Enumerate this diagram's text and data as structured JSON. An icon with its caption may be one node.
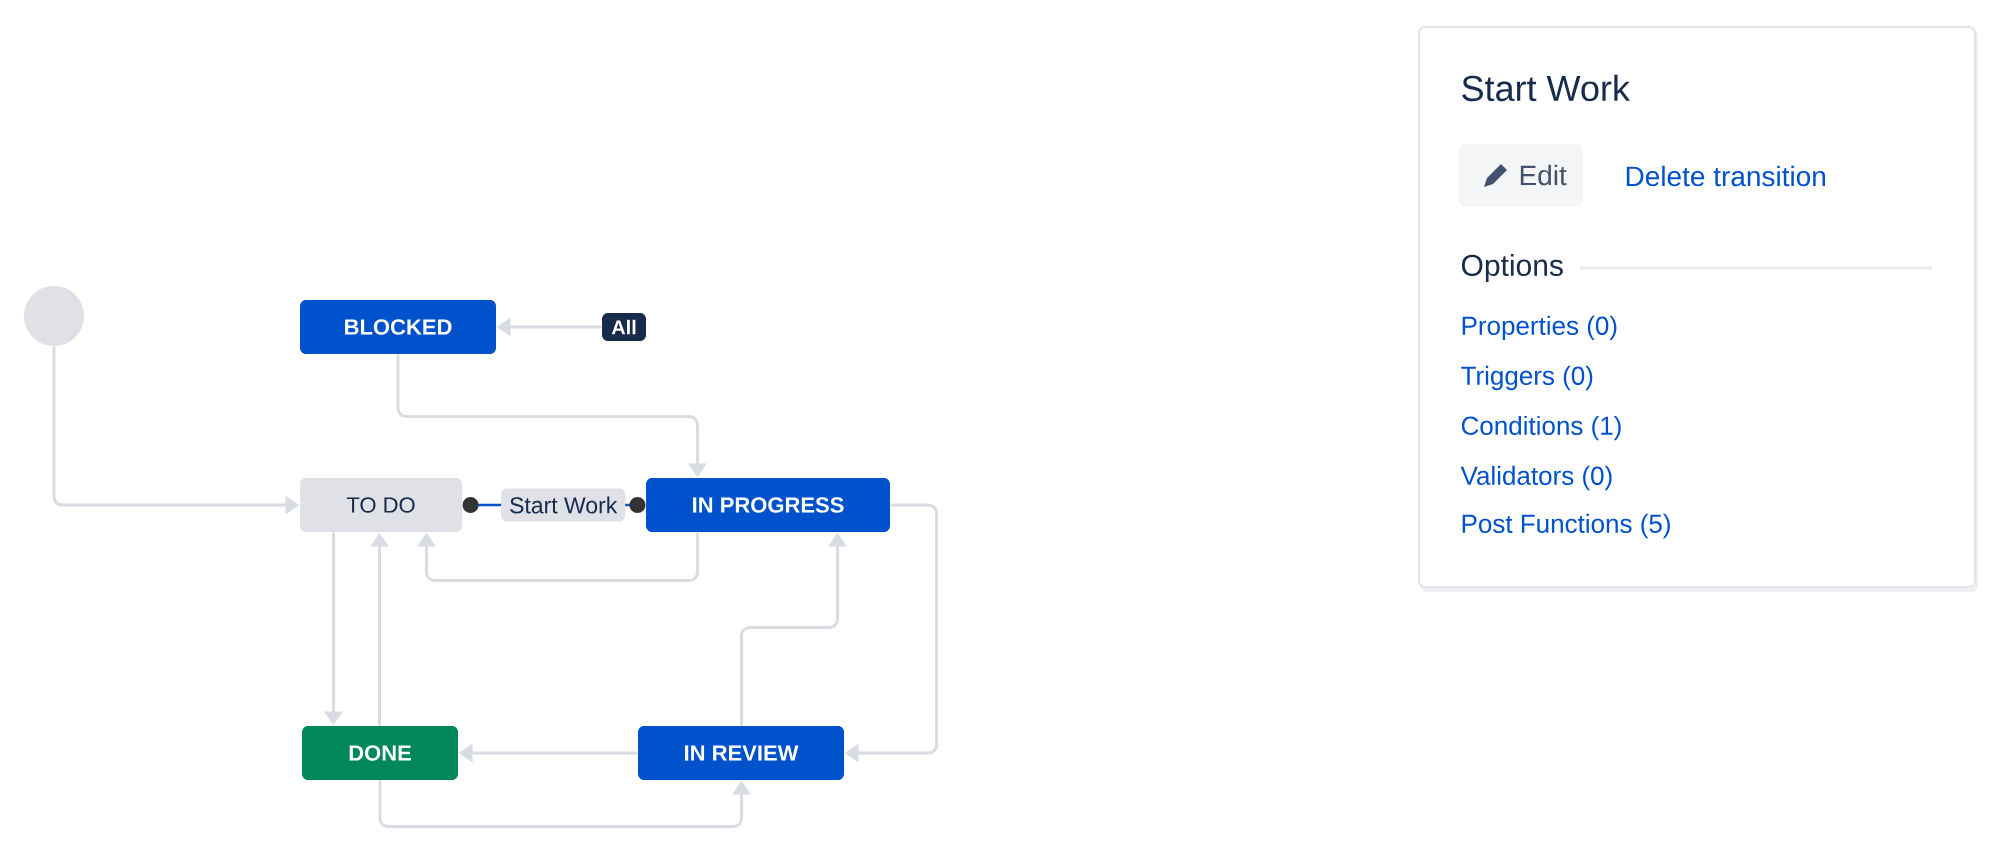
{
  "diagram": {
    "nodes": [
      {
        "text": [],
        "shape": "circle"
      },
      {
        "text": [
          "BLOCKED"
        ]
      },
      {
        "text": [
          "All"
        ]
      },
      {
        "text": [
          "TO DO"
        ]
      },
      {
        "text": [
          "IN PROGRESS"
        ]
      },
      {
        "text": [
          "DONE"
        ]
      },
      {
        "text": [
          "IN REVIEW"
        ]
      },
      {
        "text": [
          "Start Work",
          "Delete transition",
          "Options",
          "Properties (0)",
          "Triggers (0)",
          "Conditions (1)",
          "Validators (0)",
          "Post Functions (5)"
        ]
      },
      {
        "text": [
          "Edit"
        ],
        "in": 7
      }
    ],
    "edges": [
      {
        "from": 0,
        "to": 3,
        "arrow": "to"
      },
      {
        "from": 2,
        "to": 1,
        "arrow": "to"
      },
      {
        "from": 1,
        "to": 4,
        "arrow": "to"
      },
      {
        "from": 3,
        "to": 4,
        "arrow": "other",
        "label": "Start Work",
        "color": "#0052cc"
      },
      {
        "from": 4,
        "to": 3,
        "arrow": "to"
      },
      {
        "from": 4,
        "to": 6,
        "arrow": "to"
      },
      {
        "from": 3,
        "to": 5,
        "arrow": "to"
      },
      {
        "from": 5,
        "to": 3,
        "arrow": "to"
      },
      {
        "from": 6,
        "to": 5,
        "arrow": "to"
      },
      {
        "from": 6,
        "to": 4,
        "arrow": "to"
      },
      {
        "from": 5,
        "to": 6,
        "arrow": "to"
      }
    ]
  }
}
